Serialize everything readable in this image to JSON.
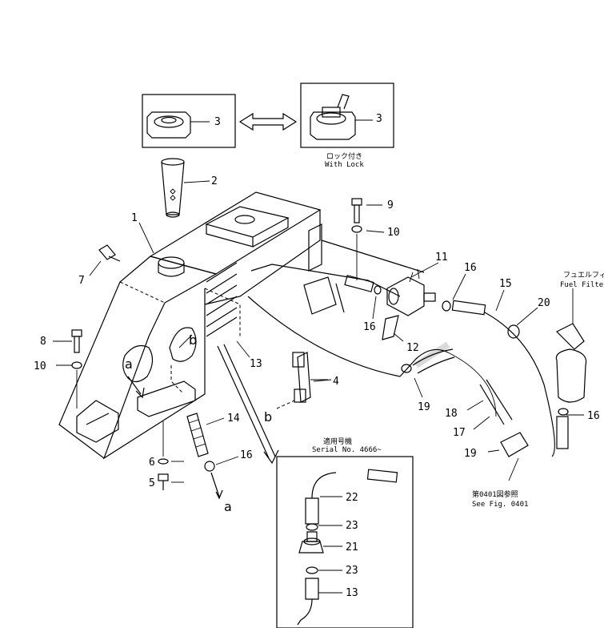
{
  "callouts": {
    "c1": "1",
    "c2": "2",
    "c3a": "3",
    "c3b": "3",
    "c4": "4",
    "c5": "5",
    "c6": "6",
    "c7": "7",
    "c8": "8",
    "c9": "9",
    "c10a": "10",
    "c10b": "10",
    "c11": "11",
    "c12": "12",
    "c13a": "13",
    "c13b": "13",
    "c14": "14",
    "c15": "15",
    "c16a": "16",
    "c16b": "16",
    "c16c": "16",
    "c16d": "16",
    "c17": "17",
    "c18": "18",
    "c19a": "19",
    "c19b": "19",
    "c20": "20",
    "c21": "21",
    "c22": "22",
    "c23a": "23",
    "c23b": "23"
  },
  "letters": {
    "a1": "a",
    "a2": "a",
    "b1": "b",
    "b2": "b"
  },
  "notes": {
    "lock_jp": "ロック付き",
    "lock_en": "With Lock",
    "serial_jp": "適用号機",
    "serial_en": "Serial No. 4666~",
    "fuel_filter_jp": "フュエルフィルタ",
    "fuel_filter_en": "Fuel Filter",
    "see_fig_jp": "第0401図参照",
    "see_fig_en": "See Fig. 0401"
  }
}
